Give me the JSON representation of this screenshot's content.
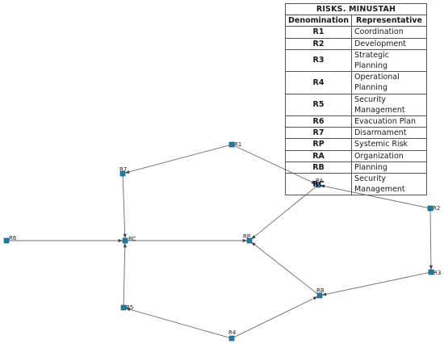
{
  "legend": {
    "title": "RISKS. MINUSTAH",
    "header_code": "Denomination",
    "header_desc": "Representative",
    "rows": [
      {
        "code": "R1",
        "desc": "Coordination"
      },
      {
        "code": "R2",
        "desc": "Development"
      },
      {
        "code": "R3",
        "desc": "Strategic Planning"
      },
      {
        "code": "R4",
        "desc": "Operational Planning"
      },
      {
        "code": "R5",
        "desc": "Security Management"
      },
      {
        "code": "R6",
        "desc": "Evacuation Plan"
      },
      {
        "code": "R7",
        "desc": "Disarmament"
      },
      {
        "code": "RP",
        "desc": "Systemic Risk"
      },
      {
        "code": "RA",
        "desc": "Organization"
      },
      {
        "code": "RB",
        "desc": "Planning"
      },
      {
        "code": "RC",
        "desc": "Security Management"
      }
    ]
  },
  "colors": {
    "node_fill": "#1f7ea8",
    "edge": "#6e6e6e"
  },
  "graph": {
    "nodes": [
      "R1",
      "R2",
      "R3",
      "R4",
      "R5",
      "R6",
      "R7",
      "RP",
      "RA",
      "RB",
      "RC"
    ],
    "edges": [
      {
        "from": "R1",
        "to": "R7"
      },
      {
        "from": "R1",
        "to": "RA"
      },
      {
        "from": "R2",
        "to": "RA"
      },
      {
        "from": "R2",
        "to": "R3"
      },
      {
        "from": "R3",
        "to": "RB"
      },
      {
        "from": "RA",
        "to": "RP"
      },
      {
        "from": "RB",
        "to": "RP"
      },
      {
        "from": "R4",
        "to": "RB"
      },
      {
        "from": "R4",
        "to": "R5"
      },
      {
        "from": "R5",
        "to": "RC"
      },
      {
        "from": "R7",
        "to": "RC"
      },
      {
        "from": "R6",
        "to": "RC"
      },
      {
        "from": "RC",
        "to": "RP"
      }
    ]
  }
}
